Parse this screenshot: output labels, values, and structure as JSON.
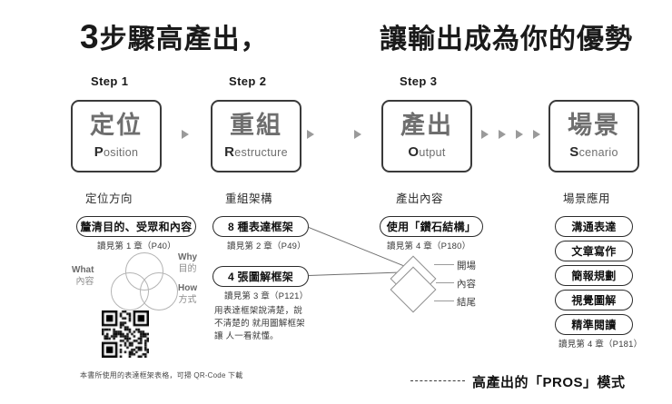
{
  "headline": {
    "left_number": "3",
    "left_text": "步驟高產出，",
    "right_text": "讓輸出成為你的優勢"
  },
  "steps": [
    {
      "label": "Step 1",
      "cn": "定位",
      "en_initial": "P",
      "en_rest": "osition",
      "caption": "定位方向"
    },
    {
      "label": "Step 2",
      "cn": "重組",
      "en_initial": "R",
      "en_rest": "estructure",
      "caption": "重組架構"
    },
    {
      "label": "Step 3",
      "cn": "產出",
      "en_initial": "O",
      "en_rest": "utput",
      "caption": "產出內容"
    },
    {
      "label": "",
      "cn": "場景",
      "en_initial": "S",
      "en_rest": "cenario",
      "caption": "場景應用"
    }
  ],
  "col1": {
    "pill": "釐清目的、受眾和內容",
    "note": "讀見第 1 章（P40）",
    "venn": {
      "what": "What",
      "what_sub": "內容",
      "why": "Why",
      "why_sub": "目的",
      "how": "How",
      "how_sub": "方式"
    }
  },
  "col2": {
    "pill_a": "8 種表達框架",
    "note_a": "讀見第 2 章（P49）",
    "pill_b": "4 張圖解框架",
    "note_b": "讀見第 3 章（P121）",
    "body": "用表達框架說清楚，說不清楚的\n就用圖解框架讓\n人一看就懂。"
  },
  "col3": {
    "pill": "使用「鑽石結構」",
    "note": "讀見第 4 章（P180）",
    "diamond_labels": [
      "開場",
      "內容",
      "結尾"
    ]
  },
  "col4": {
    "pills": [
      "溝通表達",
      "文章寫作",
      "簡報規劃",
      "視覺圖解",
      "精準閱讀"
    ],
    "note": "讀見第 4 章（P181）"
  },
  "footer": {
    "footnote": "本書所使用的表達框架表格，可掃 QR-Code 下載",
    "pros_mode": "高產出的「PROS」模式"
  },
  "colors": {
    "ink": "#1a1a1a",
    "box_border": "#3a3a3a",
    "muted": "#6e6e6e",
    "arrow": "#9a9a9a"
  }
}
